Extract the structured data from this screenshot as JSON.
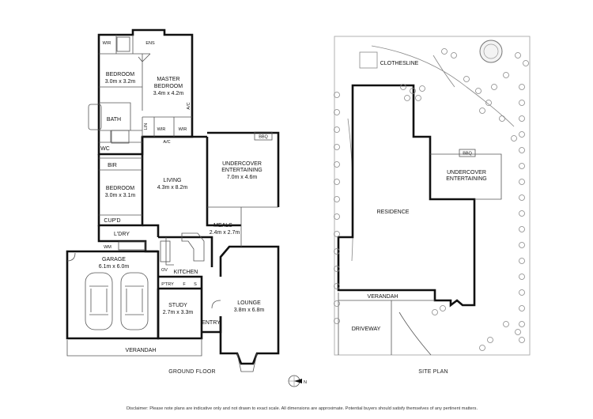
{
  "ground_floor": {
    "caption": "GROUND FLOOR",
    "rooms": {
      "ens": "ENS",
      "wir_bed": "WIR",
      "bedroom1_name": "BEDROOM",
      "bedroom1_size": "3.0m x 3.2m",
      "master_name1": "MASTER",
      "master_name2": "BEDROOM",
      "master_size": "3.4m x 4.2m",
      "bath": "BATH",
      "lin": "LIN",
      "wir1": "WIR",
      "wir2": "WIR",
      "ac1": "A/C",
      "ac2": "A/C",
      "wc": "WC",
      "bir": "BIR",
      "bedroom2_name": "BEDROOM",
      "bedroom2_size": "3.0m x 3.1m",
      "living_name": "LIVING",
      "living_size": "4.3m x 8.2m",
      "cupd": "CUP'D",
      "ldry": "L'DRY",
      "wm": "WM",
      "meals_name": "MEALS",
      "meals_size": "2.4m x 2.7m",
      "garage_name": "GARAGE",
      "garage_size": "6.1m x 6.0m",
      "kitchen": "KITCHEN",
      "ov": "OV",
      "ptry": "P'TRY",
      "f": "F",
      "s": "S",
      "study_name": "STUDY",
      "study_size": "2.7m x 3.3m",
      "entry": "ENTRY",
      "lounge_name": "LOUNGE",
      "lounge_size": "3.8m x 6.8m",
      "undercover_name": "UNDERCOVER",
      "undercover_name2": "ENTERTAINING",
      "undercover_size": "7.0m x 4.6m",
      "bbq": "BBQ",
      "verandah": "VERANDAH"
    }
  },
  "site_plan": {
    "caption": "SITE PLAN",
    "clothesline": "CLOTHESLINE",
    "bbq": "BBQ",
    "undercover_name": "UNDERCOVER",
    "undercover_name2": "ENTERTAINING",
    "residence": "RESIDENCE",
    "verandah": "VERANDAH",
    "driveway": "DRIVEWAY"
  },
  "compass": {
    "label": "N"
  },
  "disclaimer": "Disclaimer: Please note plans are indicative only and not drawn to exact scale. All dimensions are approximate. Potential buyers should satisfy themselves of any pertinent matters."
}
